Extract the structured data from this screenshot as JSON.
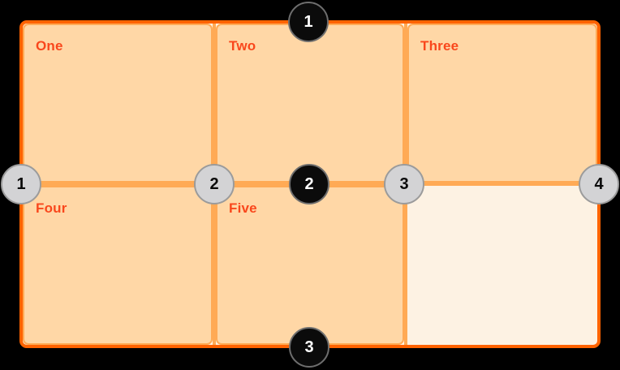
{
  "figure": {
    "background_color": "#000000",
    "grid": {
      "border_color": "#ff6300",
      "line_color": "#ffaa55",
      "cell_fill_color": "#ffd7a6",
      "empty_track_color": "#fdf2e3",
      "label_color": "#f9471c",
      "columns": 3,
      "rows": 2,
      "cells": [
        {
          "label": "One"
        },
        {
          "label": "Two"
        },
        {
          "label": "Three"
        },
        {
          "label": "Four"
        },
        {
          "label": "Five"
        },
        {
          "label": ""
        }
      ]
    },
    "row_line_badges": {
      "fill_color": "#0b0b0b",
      "text_color": "#ffffff",
      "numbers": [
        "1",
        "2",
        "3"
      ]
    },
    "column_line_badges": {
      "fill_color": "#d3d3d5",
      "text_color": "#0a0a0a",
      "numbers": [
        "1",
        "2",
        "3",
        "4"
      ]
    }
  }
}
